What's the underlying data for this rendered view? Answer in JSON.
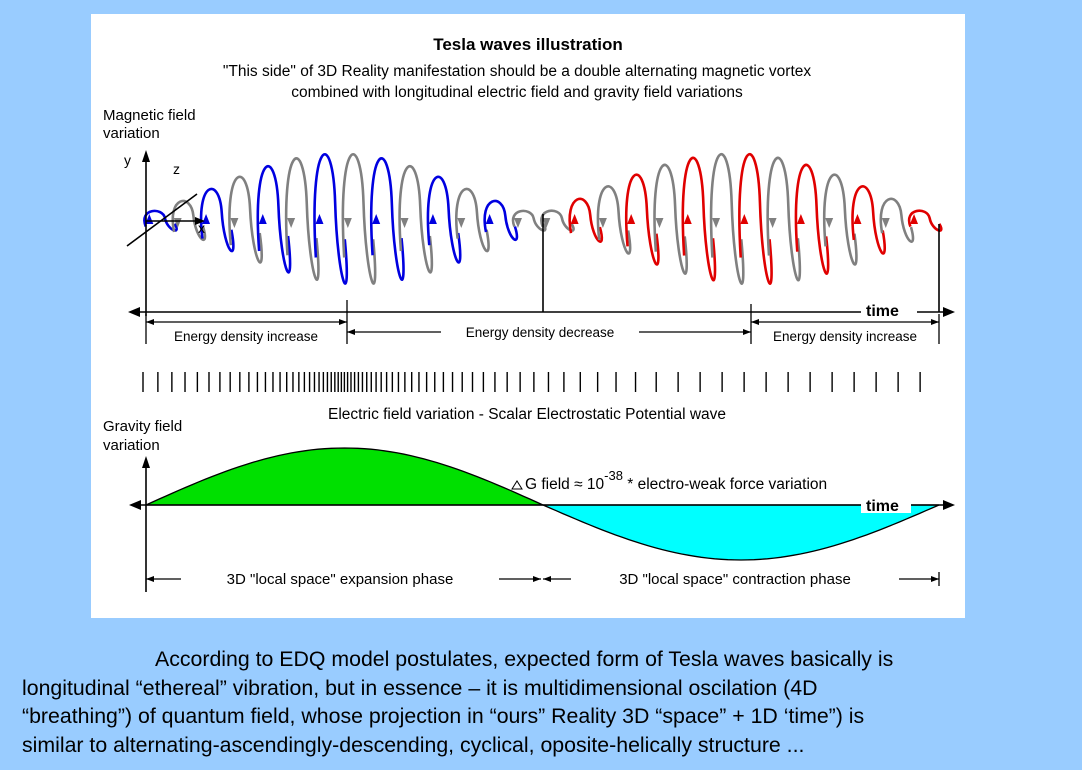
{
  "figure": {
    "title": "Tesla waves illustration",
    "subtitle_line1": "\"This side\" of 3D Reality manifestation should be a double alternating magnetic vortex",
    "subtitle_line2": "combined with longitudinal electric field and gravity field variations",
    "magnetic": {
      "label_line1": "Magnetic field",
      "label_line2": "variation",
      "axis_y": "y",
      "axis_z": "z",
      "axis_x": "x",
      "time_label": "time",
      "segments": [
        "Energy density increase",
        "Energy density decrease",
        "Energy density increase"
      ]
    },
    "electric": {
      "label": "Electric field variation - Scalar Electrostatic Potential wave"
    },
    "gravity": {
      "label_line1": "Gravity field",
      "label_line2": "variation",
      "formula_prefix": "G field ≈ 10",
      "formula_exp": "-38",
      "formula_suffix": " * electro-weak force variation",
      "time_label": "time",
      "phase_expansion": "3D \"local space\" expansion phase",
      "phase_contraction": "3D \"local space\" contraction phase"
    },
    "colors": {
      "blue_wave": "#0000E0",
      "gray_wave": "#808080",
      "red_wave": "#E00000",
      "gravity_positive": "#00E000",
      "gravity_negative": "#00FFFF",
      "page_background": "#99CCFF"
    }
  },
  "caption": {
    "line1": "According to EDQ model postulates, expected form of Tesla waves basically is",
    "line2": "longitudinal “ethereal” vibration, but in essence – it is multidimensional oscilation (4D",
    "line3": "“breathing”) of quantum field, whose projection in “ours” Reality 3D “space” + 1D ‘time”) is",
    "line4": "similar to alternating-ascendingly-descending, cyclical, oposite-helically structure ..."
  }
}
